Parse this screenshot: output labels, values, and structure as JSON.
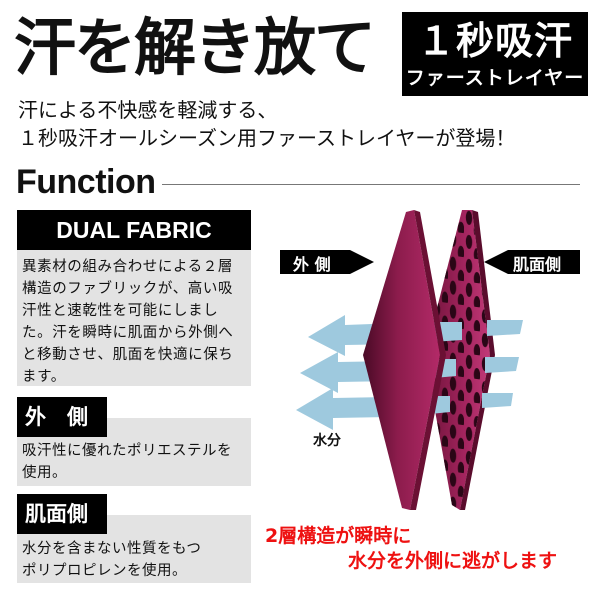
{
  "header": {
    "headline": "汗を解き放て",
    "badge_line1": "１秒吸汗",
    "badge_line2": "ファーストレイヤー",
    "subtitle_line1": "汗による不快感を軽減する、",
    "subtitle_line2": "１秒吸汗オールシーズン用ファーストレイヤーが登場！"
  },
  "function": {
    "title": "Function",
    "dual_fabric": {
      "heading": "DUAL FABRIC",
      "lines": [
        "異素材の組み合わせによる２層",
        "構造のファブリックが、高い吸",
        "汗性と速乾性を可能にしまし",
        "た。汗を瞬時に肌面から外側へ",
        "と移動させ、肌面を快適に保ち",
        "ます。"
      ]
    },
    "outer": {
      "tag": "外　側",
      "lines": [
        "吸汗性に優れたポリエステルを",
        "使用。"
      ]
    },
    "inner": {
      "tag": "肌面側",
      "lines": [
        "水分を含まない性質をもつ",
        "ポリプロピレンを使用。"
      ]
    }
  },
  "diagram": {
    "label_outer": "外 側",
    "label_inner": "肌面側",
    "label_moisture": "水分",
    "fabric_color": "#a3245e",
    "fabric_dark": "#4a0a26",
    "arrow_color": "#9ec9de"
  },
  "callout": {
    "line1": "2層構造が瞬時に",
    "line2": "水分を外側に逃がします",
    "color": "#ee1111"
  }
}
